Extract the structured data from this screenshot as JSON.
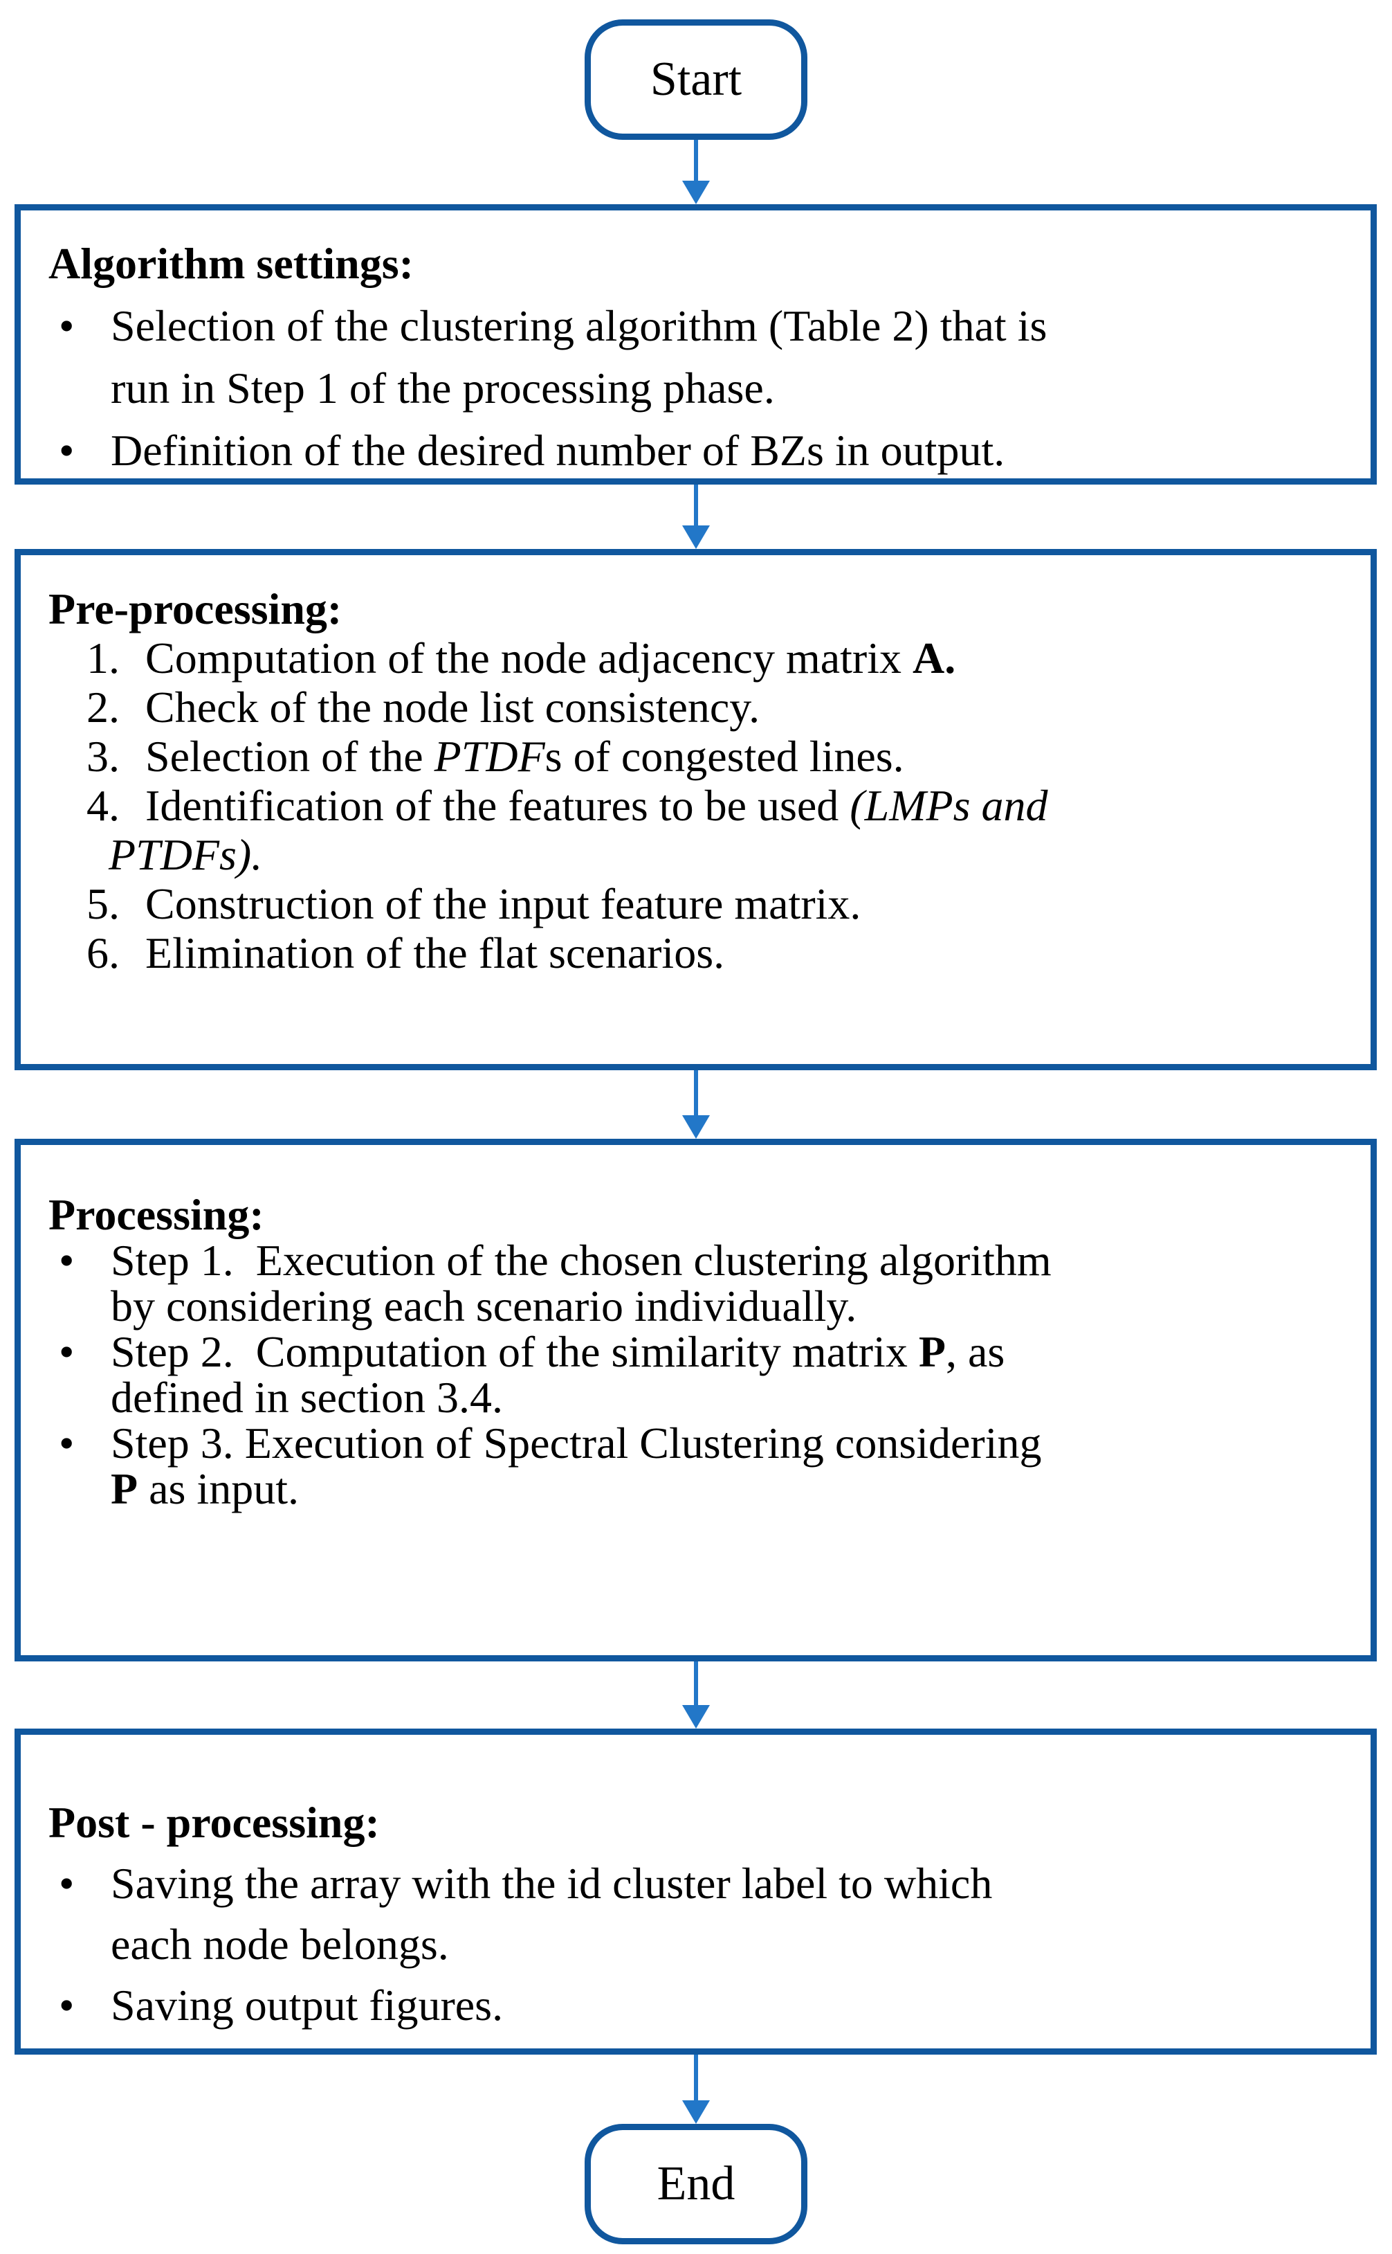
{
  "bullet_char": "•",
  "colors": {
    "box_border": "#10579E",
    "arrow": "#2277C8",
    "text": "#000000"
  },
  "terminals": {
    "start": "Start",
    "end": "End"
  },
  "boxes": [
    {
      "id": "algorithm-settings",
      "heading": "Algorithm settings:",
      "list_style": "bullet",
      "items": [
        {
          "lines": [
            [
              {
                "t": "Selection of the clustering algorithm (Table 2) that is"
              }
            ],
            [
              {
                "t": "run in Step 1 of the processing phase."
              }
            ]
          ]
        },
        {
          "lines": [
            [
              {
                "t": "Definition of the desired number of BZs in output."
              }
            ]
          ]
        }
      ]
    },
    {
      "id": "pre-processing",
      "heading": "Pre-processing:",
      "list_style": "numbered",
      "items": [
        {
          "marker": "1.",
          "lines": [
            [
              {
                "t": "Computation of the node adjacency matrix "
              },
              {
                "t": "A.",
                "s": "b"
              }
            ]
          ]
        },
        {
          "marker": "2.",
          "lines": [
            [
              {
                "t": "Check of the node list consistency."
              }
            ]
          ]
        },
        {
          "marker": "3.",
          "lines": [
            [
              {
                "t": "Selection of the "
              },
              {
                "t": "PTDF",
                "s": "i"
              },
              {
                "t": "s of congested lines."
              }
            ]
          ]
        },
        {
          "marker": "4.",
          "lines": [
            [
              {
                "t": "Identification of the features to be used "
              },
              {
                "t": "(LMP",
                "s": "i"
              },
              {
                "t": "s and",
                "s": "i"
              }
            ],
            [
              {
                "t": "PTDF",
                "s": "i"
              },
              {
                "t": "s).",
                "s": "i"
              }
            ]
          ]
        },
        {
          "marker": "5.",
          "lines": [
            [
              {
                "t": "Construction of the input feature matrix."
              }
            ]
          ]
        },
        {
          "marker": "6.",
          "lines": [
            [
              {
                "t": "Elimination of the flat scenarios."
              }
            ]
          ]
        }
      ]
    },
    {
      "id": "processing",
      "heading": "Processing:",
      "list_style": "bullet",
      "items": [
        {
          "lines": [
            [
              {
                "t": "Step 1.  Execution of the chosen clustering algorithm"
              }
            ],
            [
              {
                "t": "by considering each scenario individually."
              }
            ]
          ]
        },
        {
          "lines": [
            [
              {
                "t": "Step 2.  Computation of the similarity matrix "
              },
              {
                "t": "P",
                "s": "b"
              },
              {
                "t": ", as"
              }
            ],
            [
              {
                "t": "defined in section 3.4."
              }
            ]
          ]
        },
        {
          "lines": [
            [
              {
                "t": "Step 3. Execution of Spectral Clustering considering"
              }
            ],
            [
              {
                "t": "P",
                "s": "b"
              },
              {
                "t": " as input."
              }
            ]
          ]
        }
      ]
    },
    {
      "id": "post-processing",
      "heading": "Post - processing:",
      "list_style": "bullet",
      "items": [
        {
          "lines": [
            [
              {
                "t": "Saving the array with the id cluster label to which"
              }
            ],
            [
              {
                "t": "each node belongs."
              }
            ]
          ]
        },
        {
          "lines": [
            [
              {
                "t": "Saving output figures."
              }
            ]
          ]
        }
      ]
    }
  ]
}
